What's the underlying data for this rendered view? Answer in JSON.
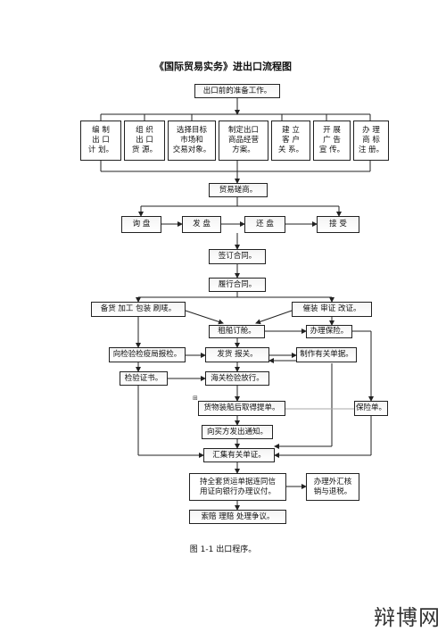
{
  "title": "《国际贸易实务》进出口流程图",
  "nodes": {
    "prep": "出口前的准备工作。",
    "prep_items": [
      {
        "lines": [
          "编 制",
          "出 口",
          "计 划。"
        ]
      },
      {
        "lines": [
          "组 织",
          "出 口",
          "货 源。"
        ]
      },
      {
        "lines": [
          "选择目标",
          "市场和",
          "交易对象。"
        ]
      },
      {
        "lines": [
          "制定出口",
          "商品经营",
          "方案。"
        ]
      },
      {
        "lines": [
          "建 立",
          "客 户",
          "关 系。"
        ]
      },
      {
        "lines": [
          "开 展",
          "广 告",
          "宣 传。"
        ]
      },
      {
        "lines": [
          "办 理",
          "商 标",
          "注 册。"
        ]
      }
    ],
    "negotiation": "贸易磋商。",
    "steps": [
      "询 盘",
      "发 盘",
      "还 盘",
      "接 受"
    ],
    "sign": "签订合同。",
    "perform": "履行合同。",
    "prepare_goods": "备货  加工  包装  刷唛。",
    "lc": "催装  审证  改证。",
    "booking": "租船订舱。",
    "insurance": "办理保险。",
    "inspection_apply": "向检验检疫局报检。",
    "shipping": "发货  报关。",
    "documents": "制作有关单据。",
    "cert": "检验证书。",
    "customs": "海关检验放行。",
    "bill": "货物装船后取得提单。",
    "policy": "保险单。",
    "notice": "向买方发出通知。",
    "collect": "汇集有关单证。",
    "bank": "持全套货运单据连同信用证向银行办理议付。",
    "bank_lines": [
      "持全套货运单据连同信",
      "用证向银行办理议付。"
    ],
    "fx": "办理外汇核销与退税。",
    "fx_lines": [
      "办理外汇核",
      "销与退税。"
    ],
    "claims": "索赔  理赔  处理争议。"
  },
  "caption": "图 1-1  出口程序。",
  "watermark": "辩博网"
}
